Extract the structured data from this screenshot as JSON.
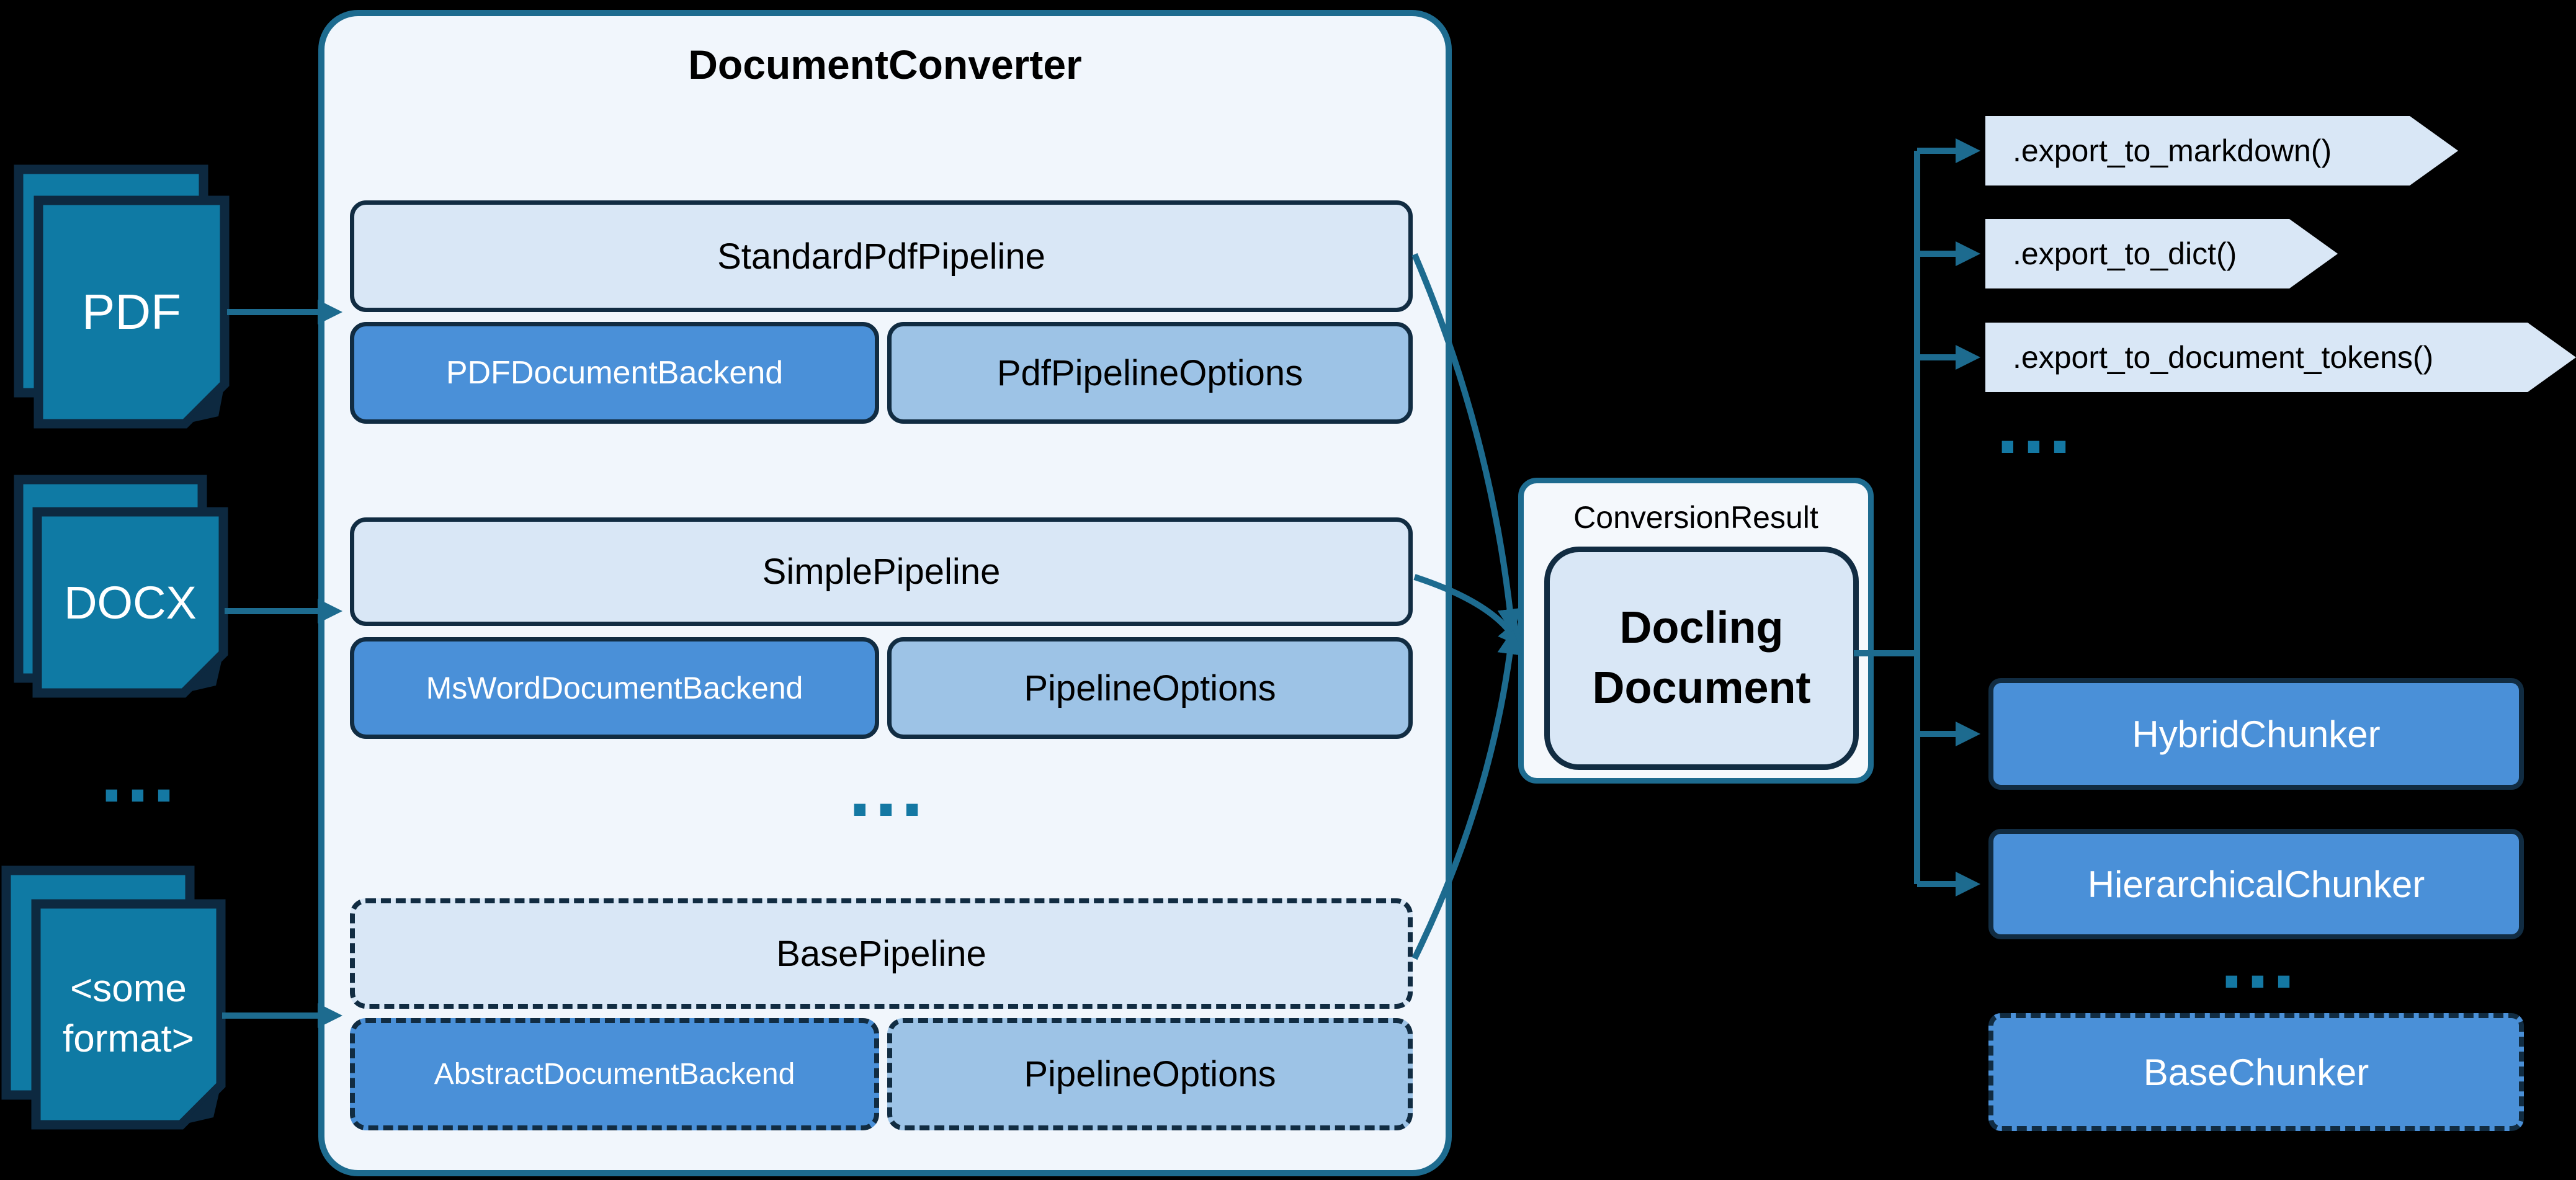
{
  "colors": {
    "background": "#000000",
    "line": "#1d6b8f",
    "container-border": "#1d6b8f",
    "container-fill": "#f1f6fc",
    "box-border": "#112c42",
    "light-fill": "#d9e7f6",
    "medium-fill": "#9dc3e6",
    "blue-fill": "#4a90d8",
    "icon-fill": "#0f7aa4",
    "icon-border": "#0d2940",
    "result-fill": "#f4f8fc",
    "text-dark": "#000000",
    "text-light": "#ffffff",
    "dots": "#1478a3"
  },
  "inputs": {
    "pdf": "PDF",
    "docx": "DOCX",
    "dots": "...",
    "other": "<some\nformat>"
  },
  "converter": {
    "title": "DocumentConverter",
    "pipelines": [
      {
        "name": "StandardPdfPipeline",
        "backend": "PDFDocumentBackend",
        "options": "PdfPipelineOptions"
      },
      {
        "name": "SimplePipeline",
        "backend": "MsWordDocumentBackend",
        "options": "PipelineOptions"
      },
      {
        "name": "BasePipeline",
        "backend": "AbstractDocumentBackend",
        "options": "PipelineOptions"
      }
    ],
    "ellipsis": "..."
  },
  "result": {
    "label": "ConversionResult",
    "document": "Docling\nDocument"
  },
  "exports": {
    "markdown": ".export_to_markdown()",
    "dict": ".export_to_dict()",
    "doctokens": ".export_to_document_tokens()",
    "ellipsis": "..."
  },
  "chunkers": {
    "hybrid": "HybridChunker",
    "hierarchical": "HierarchicalChunker",
    "ellipsis": "...",
    "base": "BaseChunker"
  }
}
